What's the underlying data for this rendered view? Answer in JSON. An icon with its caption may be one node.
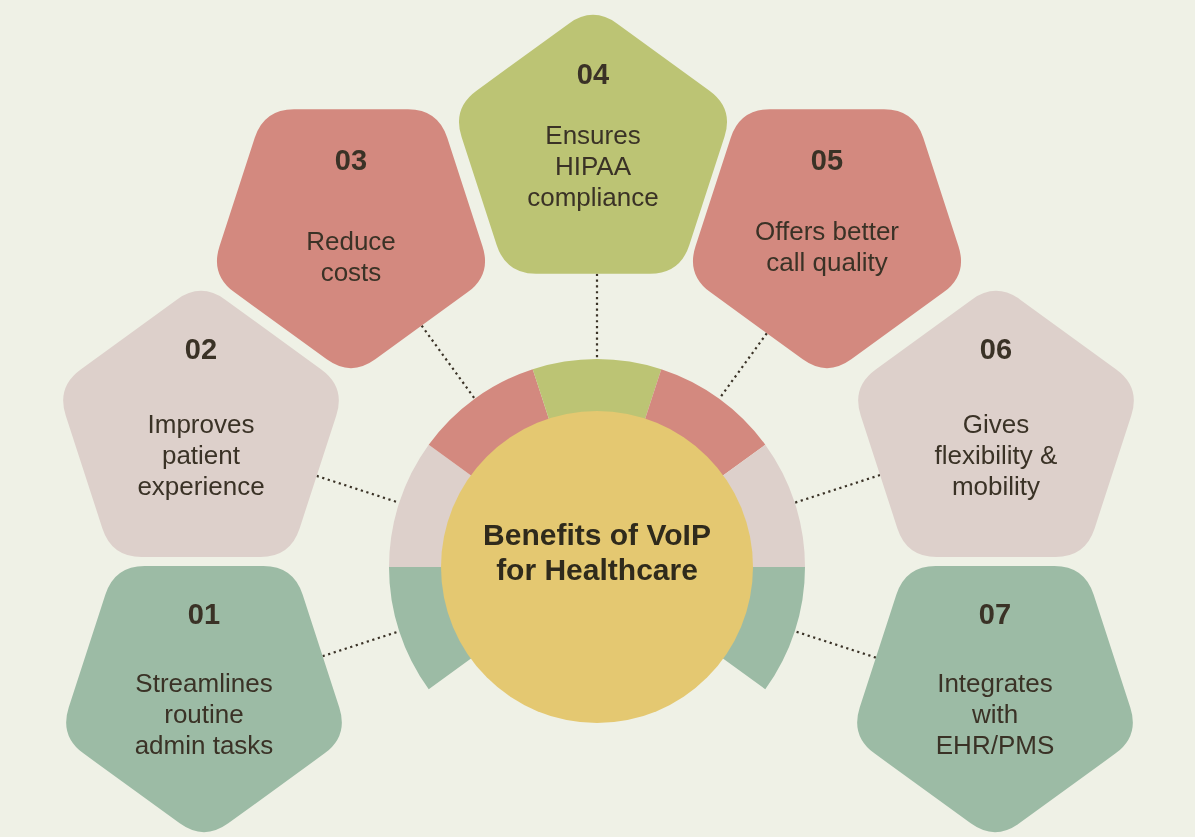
{
  "diagram": {
    "nodes": [
      {
        "text": [
          "Benefits of VoIP for Healthcare"
        ]
      },
      {
        "text": [
          "01",
          "Streamlines routine admin tasks"
        ]
      },
      {
        "text": [
          "02",
          "Improves patient experience"
        ]
      },
      {
        "text": [
          "03",
          "Reduce costs"
        ]
      },
      {
        "text": [
          "04",
          "Ensures HIPAA compliance"
        ]
      },
      {
        "text": [
          "05",
          "Offers better call quality"
        ]
      },
      {
        "text": [
          "06",
          "Gives flexibility & mobility"
        ]
      },
      {
        "text": [
          "07",
          "Integrates with EHR/PMS"
        ]
      },
      {
        "text": [],
        "shape": "arc"
      },
      {
        "text": [],
        "shape": "arc"
      },
      {
        "text": [],
        "shape": "arc"
      },
      {
        "text": [],
        "shape": "arc"
      },
      {
        "text": [],
        "shape": "arc"
      },
      {
        "text": [],
        "shape": "arc"
      },
      {
        "text": [],
        "shape": "arc"
      }
    ],
    "edges": [
      {
        "from": 1,
        "to": 8,
        "arrow": "none",
        "style": "dashed"
      },
      {
        "from": 2,
        "to": 9,
        "arrow": "none",
        "style": "dashed"
      },
      {
        "from": 3,
        "to": 10,
        "arrow": "none",
        "style": "dashed"
      },
      {
        "from": 4,
        "to": 11,
        "arrow": "none",
        "style": "dashed"
      },
      {
        "from": 5,
        "to": 12,
        "arrow": "none",
        "style": "dashed"
      },
      {
        "from": 6,
        "to": 13,
        "arrow": "none",
        "style": "dashed"
      },
      {
        "from": 7,
        "to": 14,
        "arrow": "none",
        "style": "dashed"
      }
    ]
  }
}
